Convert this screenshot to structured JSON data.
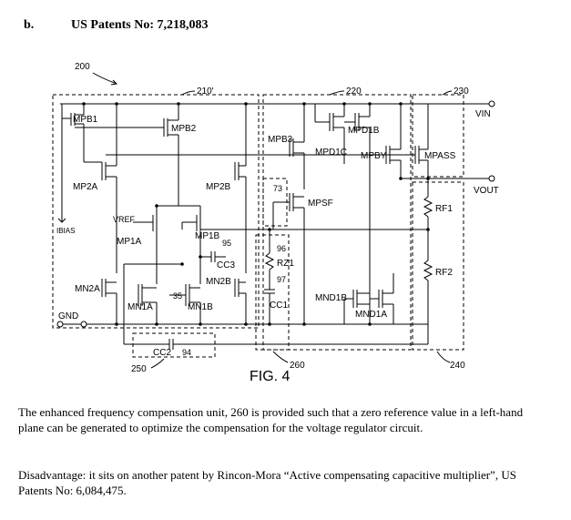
{
  "heading": {
    "label": "b.",
    "title": "US Patents No:  7,218,083"
  },
  "figure": {
    "caption": "FIG. 4",
    "blocks": {
      "b200": "200",
      "b210": "210'",
      "b220": "220",
      "b230": "230",
      "b240": "240",
      "b250": "250",
      "b260": "260"
    },
    "labels": {
      "mpb1": "MPB1",
      "mpb2": "MPB2",
      "mp2a": "MP2A",
      "mp2b": "MP2B",
      "ibias": "IBIAS",
      "vref": "VREF",
      "mp1a": "MP1A",
      "mp1b": "MP1B",
      "n95": "95",
      "cc3": "CC3",
      "mn2a": "MN2A",
      "mn2b": "MN2B",
      "n35": "35",
      "mn1a": "MN1A",
      "mn1b": "MN1B",
      "gnd": "GND",
      "cc2": "CC2",
      "n94": "94",
      "mpb3": "MPB3",
      "n73": "73",
      "mpsf": "MPSF",
      "mpd1b": "MPD1B",
      "mpd1c": "MPD1C",
      "mpby": "MPBY",
      "mpass": "MPASS",
      "n96": "96",
      "rz1": "RZ1",
      "n97": "97",
      "cc1": "CC1",
      "mnd1b": "MND1B",
      "mnd1a": "MND1A",
      "vin": "VIN",
      "vout": "VOUT",
      "rf1": "RF1",
      "rf2": "RF2"
    }
  },
  "paragraphs": {
    "p1": "The enhanced frequency compensation unit, 260 is provided such that a zero reference value in a left-hand plane can be generated to optimize the compensation for the voltage regulator circuit.",
    "p2": "Disadvantage: it sits on another patent by Rincon-Mora “Active compensating capacitive multiplier”, US Patents No: 6,084,475."
  }
}
